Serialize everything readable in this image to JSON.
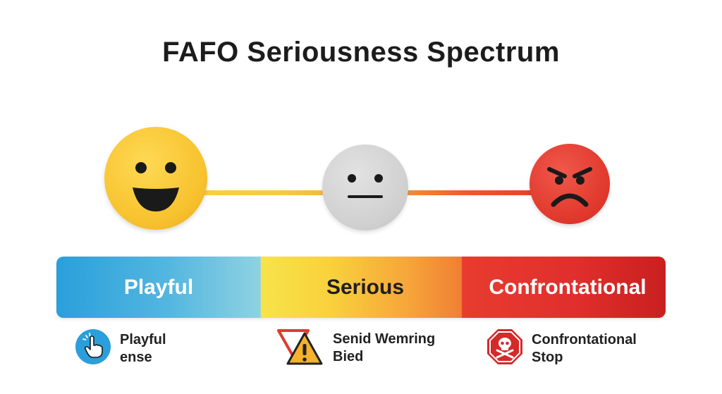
{
  "title": "FAFO Seriousness Spectrum",
  "faces": [
    {
      "name": "happy",
      "color": "#f7c22e"
    },
    {
      "name": "neutral",
      "color": "#cfcfcf"
    },
    {
      "name": "angry",
      "color": "#e0372b"
    }
  ],
  "spectrum": {
    "segments": [
      {
        "label": "Playful",
        "color_start": "#2a9fdb",
        "color_end": "#8fd2e2"
      },
      {
        "label": "Serious",
        "color_start": "#f8e34a",
        "color_end": "#f07f34"
      },
      {
        "label": "Confrontational",
        "color_start": "#e83c2f",
        "color_end": "#c9201f"
      }
    ]
  },
  "legend": [
    {
      "icon": "pointing-hand-icon",
      "line1": "Playful",
      "line2": "ense",
      "color": "#2a9fdb"
    },
    {
      "icon": "warning-sign-icon",
      "line1": "Senid Wemring",
      "line2": "Bied",
      "color": "#f5a623"
    },
    {
      "icon": "skull-stop-sign-icon",
      "line1": "Confrontational",
      "line2": "Stop",
      "color": "#d42a2a"
    }
  ]
}
